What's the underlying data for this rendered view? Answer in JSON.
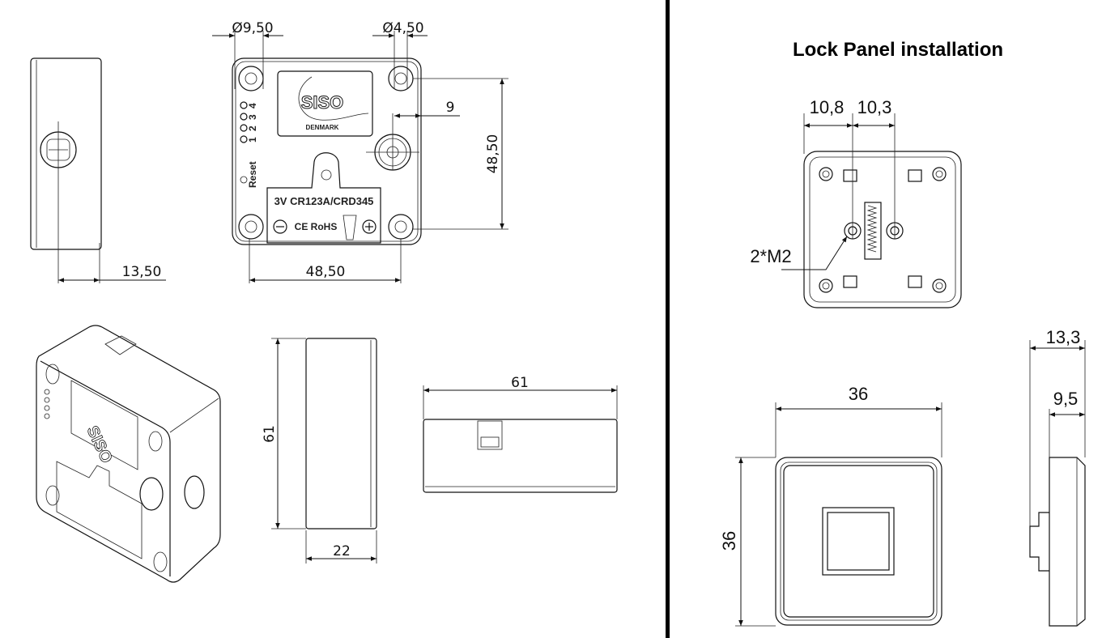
{
  "right_panel": {
    "title": "Lock Panel installation",
    "dim_hole_left": "10,8",
    "dim_hole_right": "10,3",
    "screw_label": "2*M2",
    "dim_panel_width": "36",
    "dim_panel_height": "36",
    "dim_total_depth": "13,3",
    "dim_body_depth": "9,5"
  },
  "left_panel": {
    "dim_side_depth": "13,50",
    "dim_large_hole": "Ø9,50",
    "dim_small_hole": "Ø4,50",
    "dim_center_offset": "9",
    "dim_hole_spacing_v": "48,50",
    "dim_hole_spacing_h": "48,50",
    "dim_height": "61",
    "dim_thickness": "22",
    "dim_width": "61",
    "logo_text": "SISO",
    "logo_sub": "DENMARK",
    "battery_label": "3V CR123A/CRD345",
    "cert_label": "CE RoHS",
    "led_labels": [
      "1",
      "2",
      "3",
      "4"
    ],
    "reset_label": "Reset"
  },
  "colors": {
    "line": "#111111",
    "background": "#ffffff",
    "divider": "#000000"
  }
}
